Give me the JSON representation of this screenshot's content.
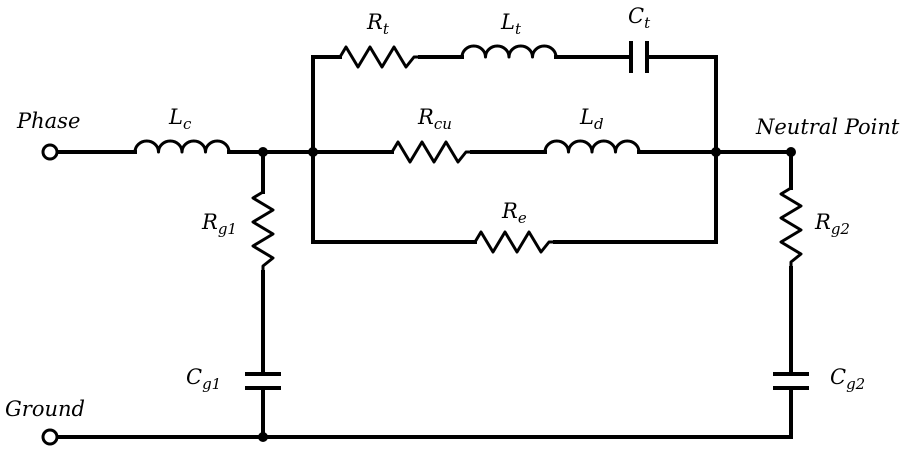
{
  "labels": {
    "phase": "Phase",
    "ground": "Ground",
    "neutral_point": "Neutral Point"
  },
  "components": {
    "Lc": {
      "symbol": "L",
      "subscript": "c"
    },
    "Rt": {
      "symbol": "R",
      "subscript": "t"
    },
    "Lt": {
      "symbol": "L",
      "subscript": "t"
    },
    "Ct": {
      "symbol": "C",
      "subscript": "t"
    },
    "Rcu": {
      "symbol": "R",
      "subscript": "cu"
    },
    "Ld": {
      "symbol": "L",
      "subscript": "d"
    },
    "Re": {
      "symbol": "R",
      "subscript": "e"
    },
    "Rg1": {
      "symbol": "R",
      "subscript": "g1"
    },
    "Cg1": {
      "symbol": "C",
      "subscript": "g1"
    },
    "Rg2": {
      "symbol": "R",
      "subscript": "g2"
    },
    "Cg2": {
      "symbol": "C",
      "subscript": "g2"
    }
  }
}
